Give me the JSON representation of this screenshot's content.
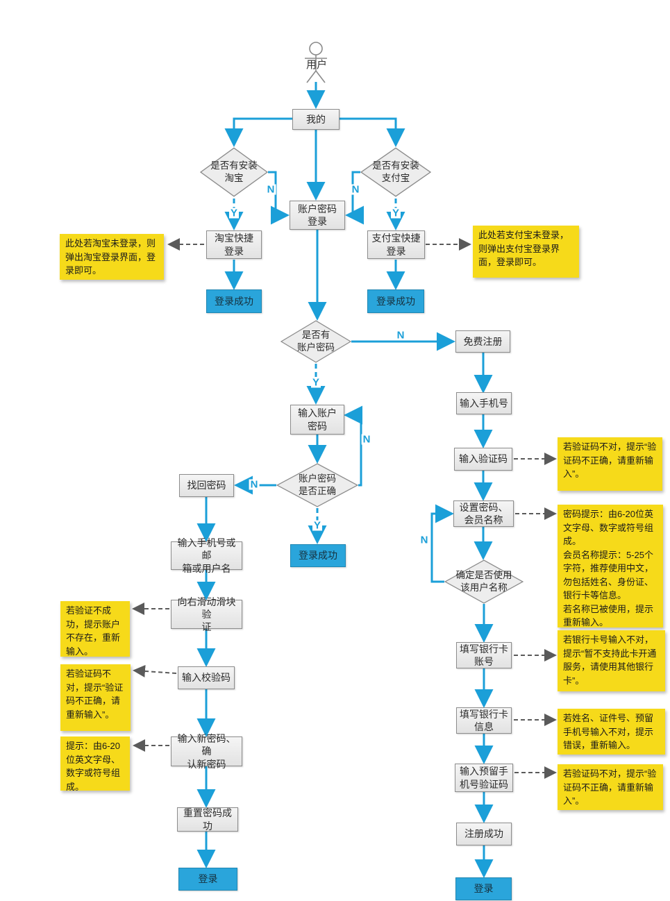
{
  "colors": {
    "arrow_blue": "#1B9FD8",
    "terminal_blue": "#2AA5DB",
    "note_yellow": "#F6DA1A",
    "process_gray": "#EDEDED"
  },
  "actor": {
    "label": "用户"
  },
  "branch": {
    "yes": "Y",
    "no": "N"
  },
  "nodes": {
    "wode": "我的",
    "d_taobao": "是否有安装\n淘宝",
    "d_alipay": "是否有安装\n支付宝",
    "account_login": "账户密码\n登录",
    "taobao_quick": "淘宝快捷\n登录",
    "alipay_quick": "支付宝快捷\n登录",
    "login_success": "登录成功",
    "d_has_account": "是否有\n账户密码",
    "free_register": "免费注册",
    "input_account": "输入账户\n密码",
    "input_phone": "输入手机号",
    "input_captcha": "输入验证码",
    "set_password": "设置密码、\n会员名称",
    "d_pwd_correct": "账户密码\n是否正确",
    "find_password": "找回密码",
    "input_phone_email": "输入手机号或邮\n箱或用户名",
    "slide_verify": "向右滑动滑块验\n证",
    "input_checkcode": "输入校验码",
    "input_newpass": "输入新密码、确\n认新密码",
    "reset_success": "重置密码成\n功",
    "d_username": "确定是否使用\n该用户名称",
    "fill_bankcard": "填写银行卡\n账号",
    "fill_bankinfo": "填写银行卡\n信息",
    "input_reserved_code": "输入预留手\n机号验证码",
    "register_success": "注册成功",
    "login": "登录"
  },
  "notes": {
    "taobao": "此处若淘宝未登录，则弹出淘宝登录界面，登录即可。",
    "alipay": "此处若支付宝未登录，则弹出支付宝登录界面，登录即可。",
    "captcha": "若验证码不对，提示“验证码不正确，请重新输入”。",
    "password_rules": "密码提示：由6-20位英文字母、数字或符号组成。\n会员名称提示：5-25个字符，推荐使用中文，勿包括姓名、身份证、银行卡等信息。\n若名称已被使用，提示重新输入。",
    "bankcard": "若银行卡号输入不对，提示“暂不支持此卡开通服务，请使用其他银行卡”。",
    "bankinfo": "若姓名、证件号、预留手机号输入不对，提示错误，重新输入。",
    "reserved_code": "若验证码不对，提示“验证码不正确，请重新输入”。",
    "verify_fail": "若验证不成功，提示账户不存在，重新输入。",
    "checkcode": "若验证码不对，提示“验证码不正确，请重新输入”。",
    "hint_620": "提示：由6-20位英文字母、数字或符号组成。"
  }
}
